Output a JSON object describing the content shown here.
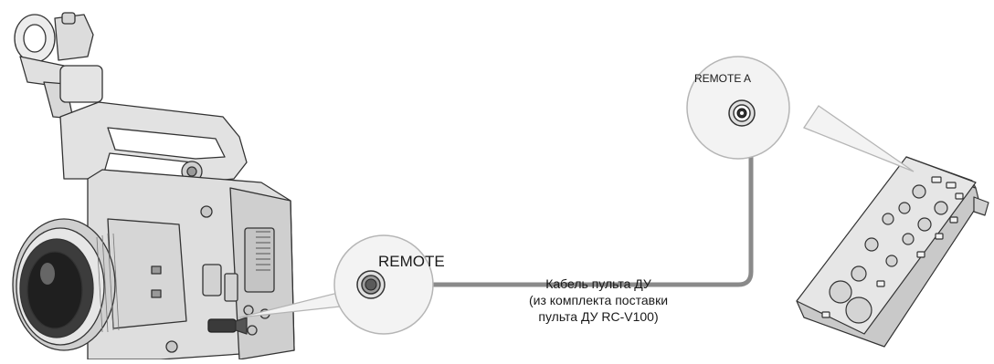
{
  "labels": {
    "camera_port": "REMOTE",
    "remote_port": "REMOTE A",
    "cable_caption": [
      "Кабель пульта ДУ",
      "(из комплекта поставки",
      "пульта ДУ RC-V100)"
    ]
  },
  "icons": [
    "camera-illustration",
    "remote-controller-illustration",
    "connector-icon"
  ],
  "colors": {
    "cable": "#8a8a8a",
    "callout_fill": "#f3f3f3",
    "callout_stroke": "#b5b5b5",
    "line_art": "#333333"
  }
}
